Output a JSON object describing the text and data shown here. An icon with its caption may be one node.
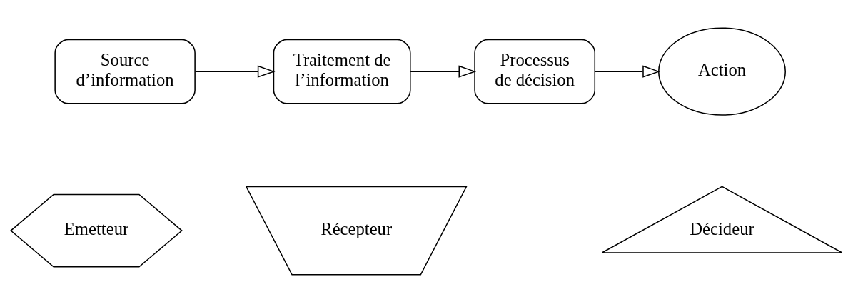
{
  "diagram": {
    "nodes": [
      {
        "text": [
          "Source d’information"
        ]
      },
      {
        "text": [
          "Traitement de l’information"
        ]
      },
      {
        "text": [
          "Processus de décision"
        ]
      },
      {
        "text": [
          "Action"
        ]
      },
      {
        "text": [
          "Emetteur"
        ]
      },
      {
        "text": [
          "Récepteur"
        ]
      },
      {
        "text": [
          "Décideur"
        ]
      }
    ],
    "edges": [
      {
        "from": 0,
        "to": 1,
        "arrow": "to"
      },
      {
        "from": 1,
        "to": 2,
        "arrow": "to"
      },
      {
        "from": 2,
        "to": 3,
        "arrow": "to"
      }
    ]
  }
}
